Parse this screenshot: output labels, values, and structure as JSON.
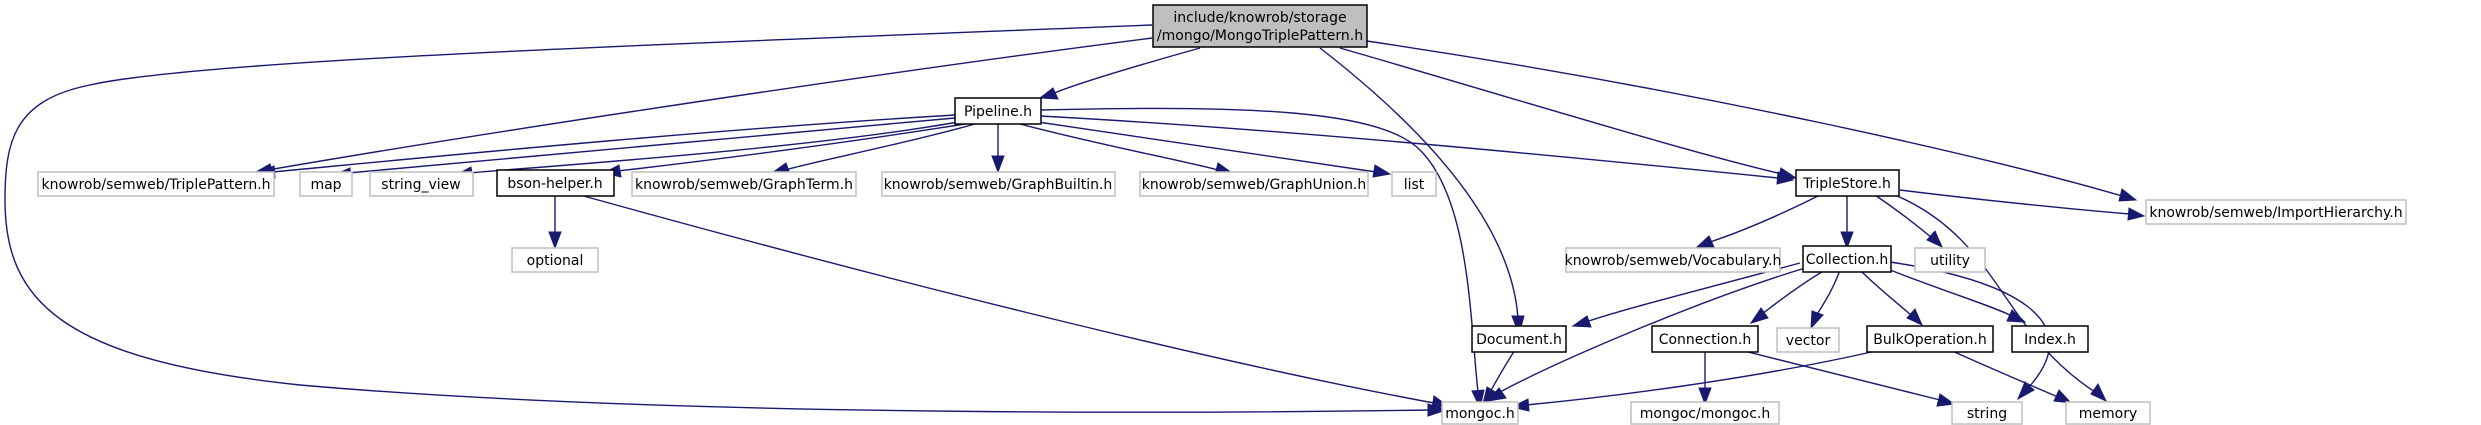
{
  "graph": {
    "root": {
      "line1": "include/knowrob/storage",
      "line2": "/mongo/MongoTriplePattern.h"
    },
    "nodes": {
      "pipeline": "Pipeline.h",
      "triplepattern": "knowrob/semweb/TriplePattern.h",
      "map": "map",
      "string_view": "string_view",
      "bson_helper": "bson-helper.h",
      "graphterm": "knowrob/semweb/GraphTerm.h",
      "graphbuiltin": "knowrob/semweb/GraphBuiltin.h",
      "graphunion": "knowrob/semweb/GraphUnion.h",
      "list": "list",
      "triplestore": "TripleStore.h",
      "importhierarchy": "knowrob/semweb/ImportHierarchy.h",
      "optional": "optional",
      "vocabulary": "knowrob/semweb/Vocabulary.h",
      "collection": "Collection.h",
      "utility": "utility",
      "document": "Document.h",
      "connection": "Connection.h",
      "vector": "vector",
      "bulkoperation": "BulkOperation.h",
      "index": "Index.h",
      "mongoc": "mongoc.h",
      "mongoc_mongoc": "mongoc/mongoc.h",
      "string": "string",
      "memory": "memory"
    },
    "colors": {
      "edge": "#191970",
      "external_border": "#bfbfbf",
      "root_fill": "#bfbfbf"
    }
  }
}
